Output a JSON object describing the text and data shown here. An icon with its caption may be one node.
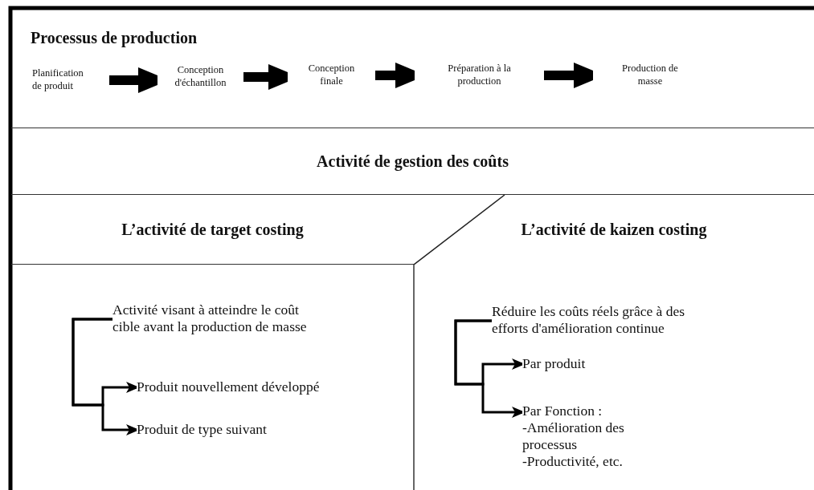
{
  "diagram": {
    "nodes": [
      {
        "text": [
          "Processus de production"
        ]
      },
      {
        "text": [
          "Planification de produit"
        ],
        "in": 0
      },
      {
        "text": [
          "Conception d'échantillon"
        ],
        "in": 0
      },
      {
        "text": [
          "Conception finale"
        ],
        "in": 0
      },
      {
        "text": [
          "Préparation à la production"
        ],
        "in": 0
      },
      {
        "text": [
          "Production de masse"
        ],
        "in": 0
      },
      {
        "text": [
          "Activité de gestion des coûts"
        ]
      },
      {
        "text": [
          "L’activité de target costing"
        ]
      },
      {
        "text": [
          "L’activité de kaizen costing"
        ]
      },
      {
        "text": [
          "Activité visant à atteindre le coût cible avant la production de masse"
        ]
      },
      {
        "text": [
          "Produit nouvellement développé"
        ]
      },
      {
        "text": [
          "Produit de type suivant"
        ]
      },
      {
        "text": [
          "Réduire les coûts réels grâce à des efforts d'amélioration continue"
        ]
      },
      {
        "text": [
          "Par produit"
        ]
      },
      {
        "text": [
          "Par Fonction :",
          "-Amélioration des processus",
          "-Productivité, etc."
        ]
      }
    ],
    "edges": [
      {
        "from": 1,
        "to": 2,
        "arrow": "to",
        "style": "thick"
      },
      {
        "from": 2,
        "to": 3,
        "arrow": "to",
        "style": "thick"
      },
      {
        "from": 3,
        "to": 4,
        "arrow": "to",
        "style": "thick"
      },
      {
        "from": 4,
        "to": 5,
        "arrow": "to",
        "style": "thick"
      },
      {
        "from": 9,
        "to": 10,
        "arrow": "to"
      },
      {
        "from": 9,
        "to": 11,
        "arrow": "to"
      },
      {
        "from": 12,
        "to": 13,
        "arrow": "to"
      },
      {
        "from": 12,
        "to": 14,
        "arrow": "to"
      }
    ]
  }
}
